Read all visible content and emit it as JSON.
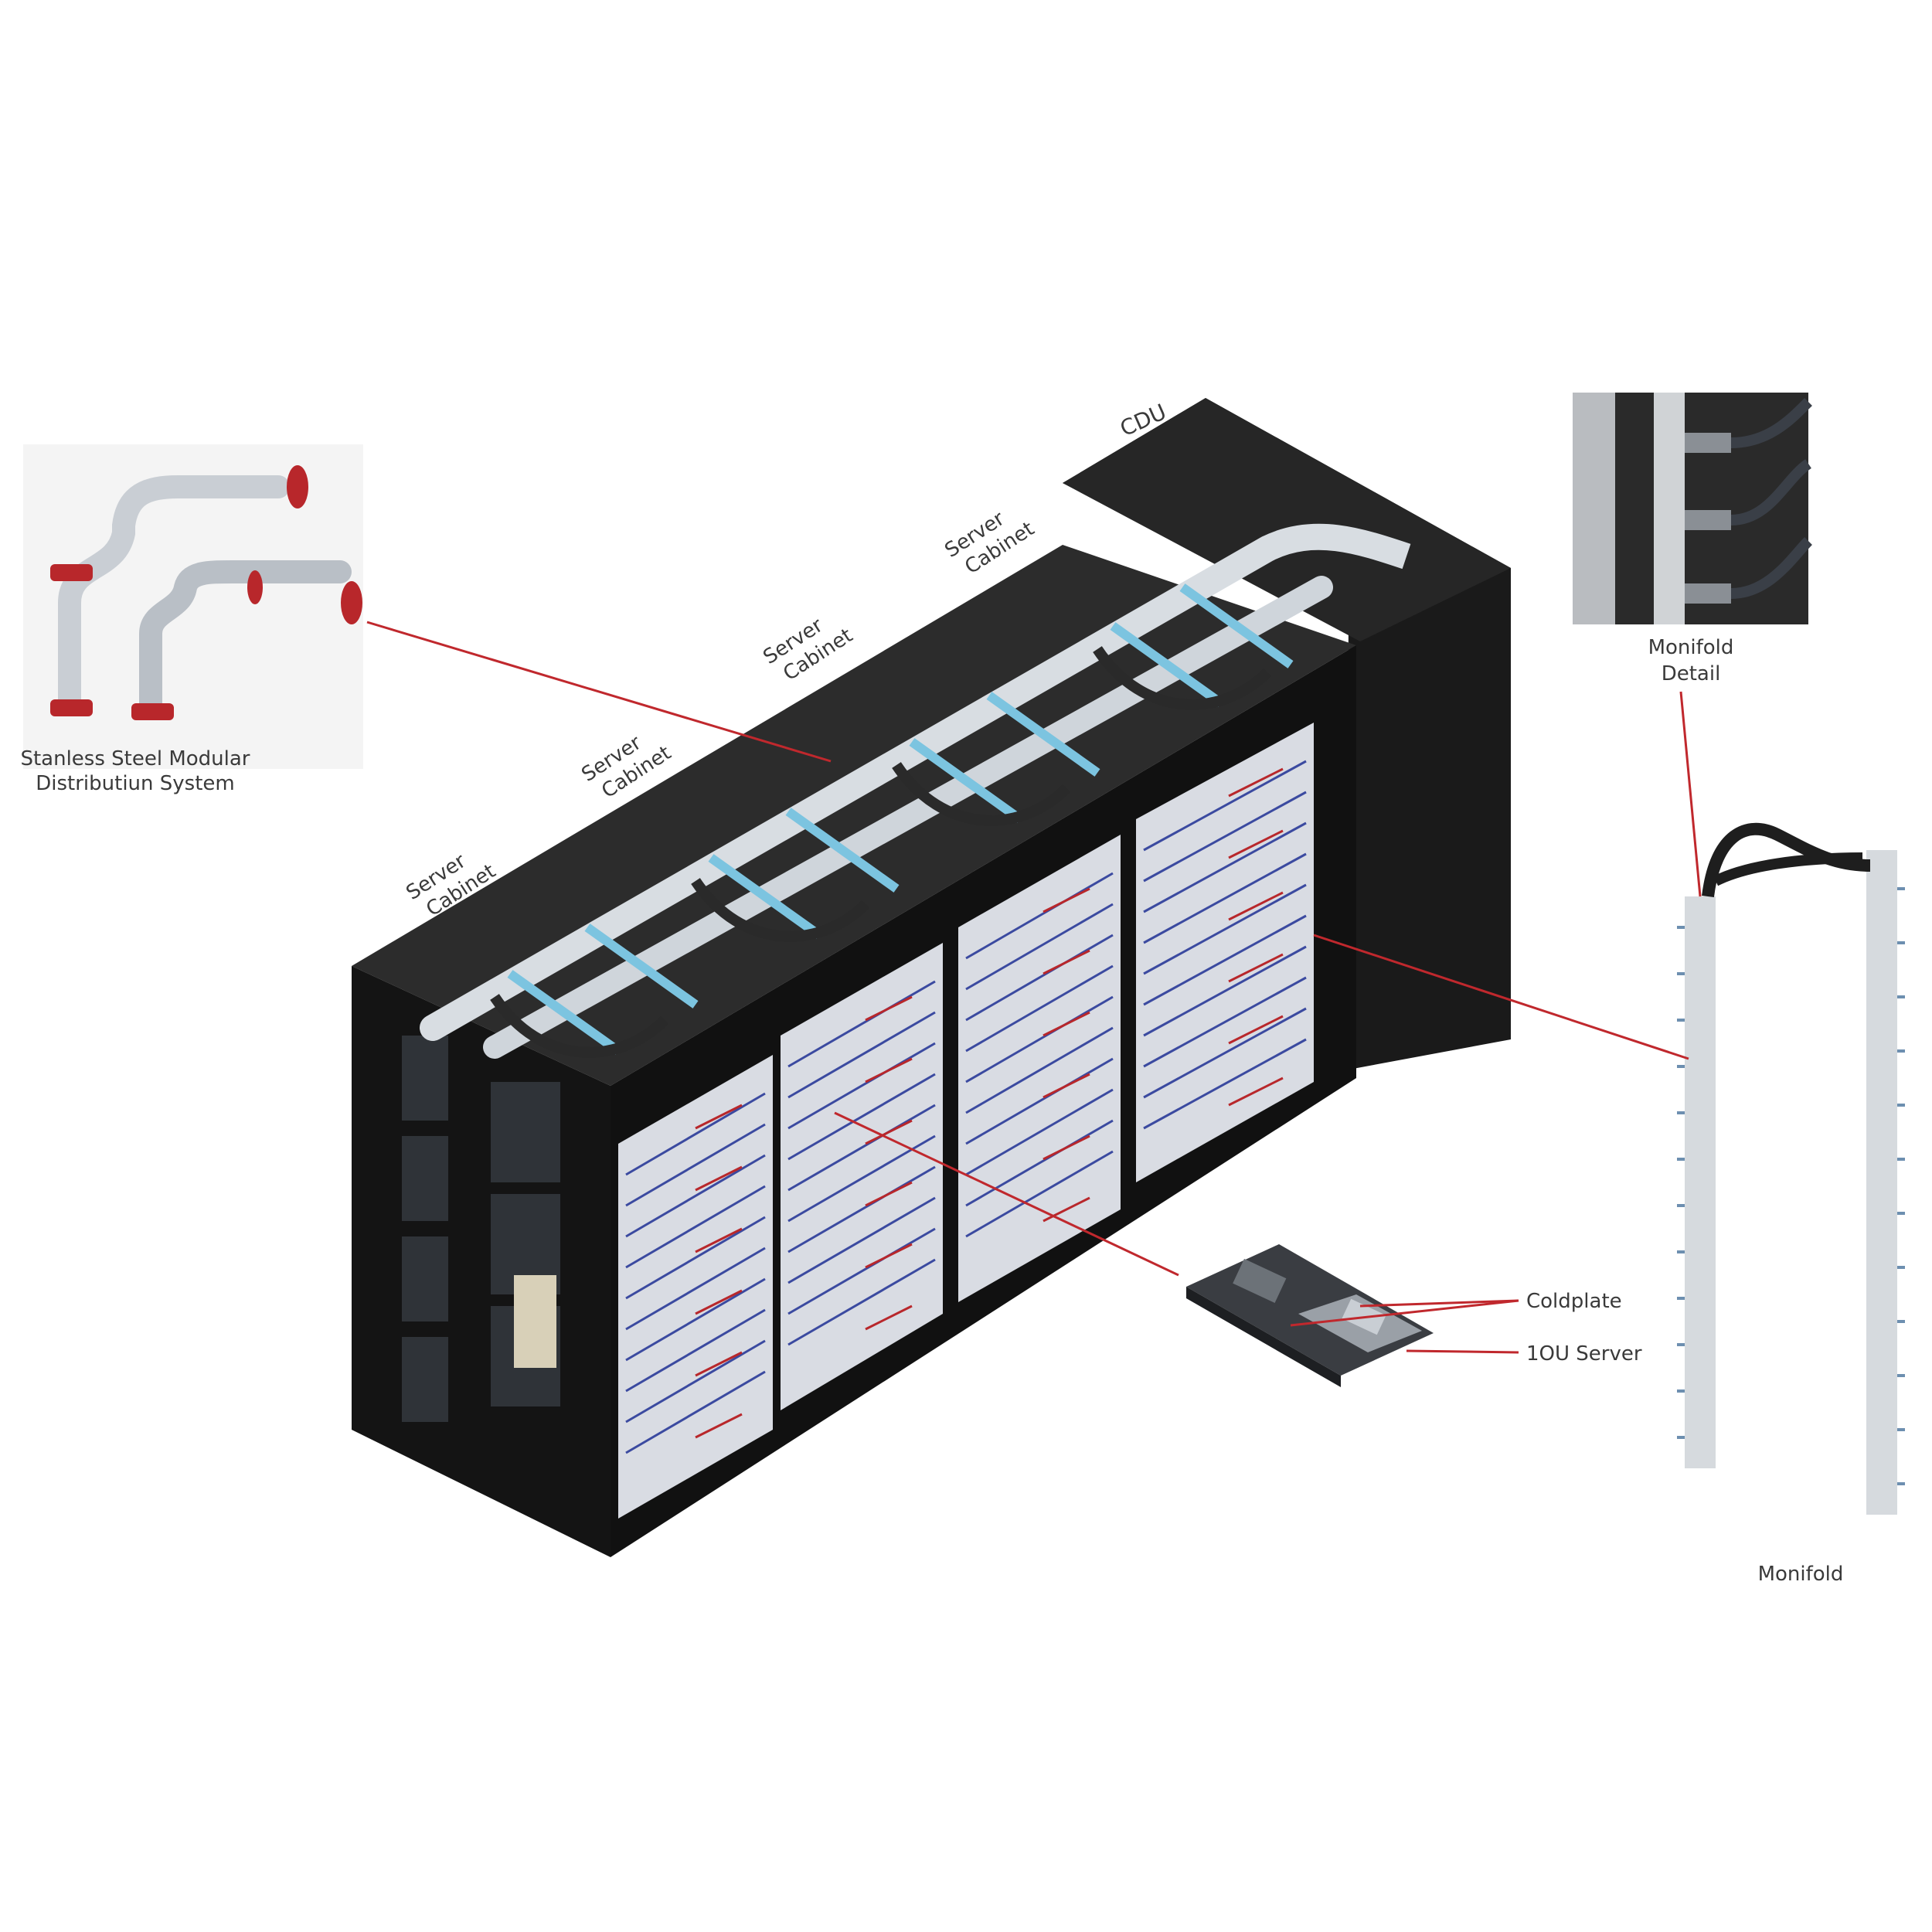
{
  "labels": {
    "cdu": "CDU",
    "cabinet_line1": "Server",
    "cabinet_line2": "Cabinet",
    "distribution_line1": "Stanless Steel Modular",
    "distribution_line2": "Distributiun System",
    "manifold_detail_line1": "Monifold",
    "manifold_detail_line2": "Detail",
    "coldplate": "Coldplate",
    "server_1ou": "1OU Server",
    "manifold": "Monifold"
  },
  "colors": {
    "leader_line": "#c0282d",
    "cabinet_body": "#1c1c1c",
    "cabinet_top": "#2e2e2e",
    "coolant_pipe": "#7cc4e0",
    "steel_pipe": "#d8dde2",
    "hose": "#2a2a2a",
    "server_blade": "#e6e8ee",
    "server_accent": "#3b4aa0",
    "red_fitting": "#b8272b"
  },
  "icons": {
    "distribution_photo": "steel-pipe-icon",
    "manifold_photo": "manifold-detail-icon"
  }
}
